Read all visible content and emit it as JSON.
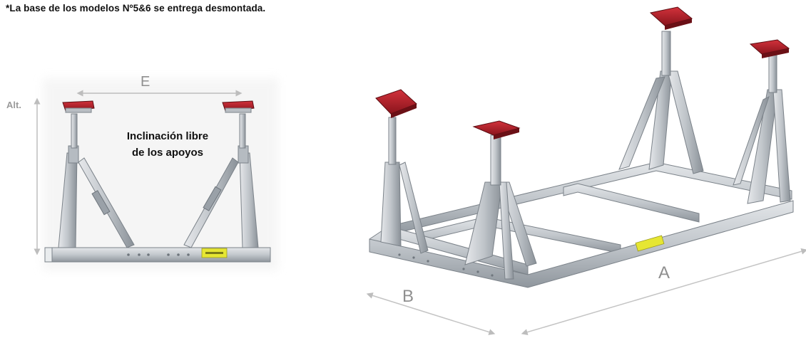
{
  "note": "*La base de los modelos Nº5&6 se entrega desmontada.",
  "side_view": {
    "height_label": "Alt.",
    "width_label": "E",
    "caption_line1": "Inclinación libre",
    "caption_line2": "de los apoyos"
  },
  "perspective_view": {
    "length_label": "A",
    "width_label": "B"
  },
  "colors": {
    "steel": "#c3c7cc",
    "steel_dark": "#8e959c",
    "pad_red": "#b3202a",
    "pad_dark": "#6b1016",
    "sticker": "#e6e633",
    "dimension_line": "#bdbdbd"
  }
}
